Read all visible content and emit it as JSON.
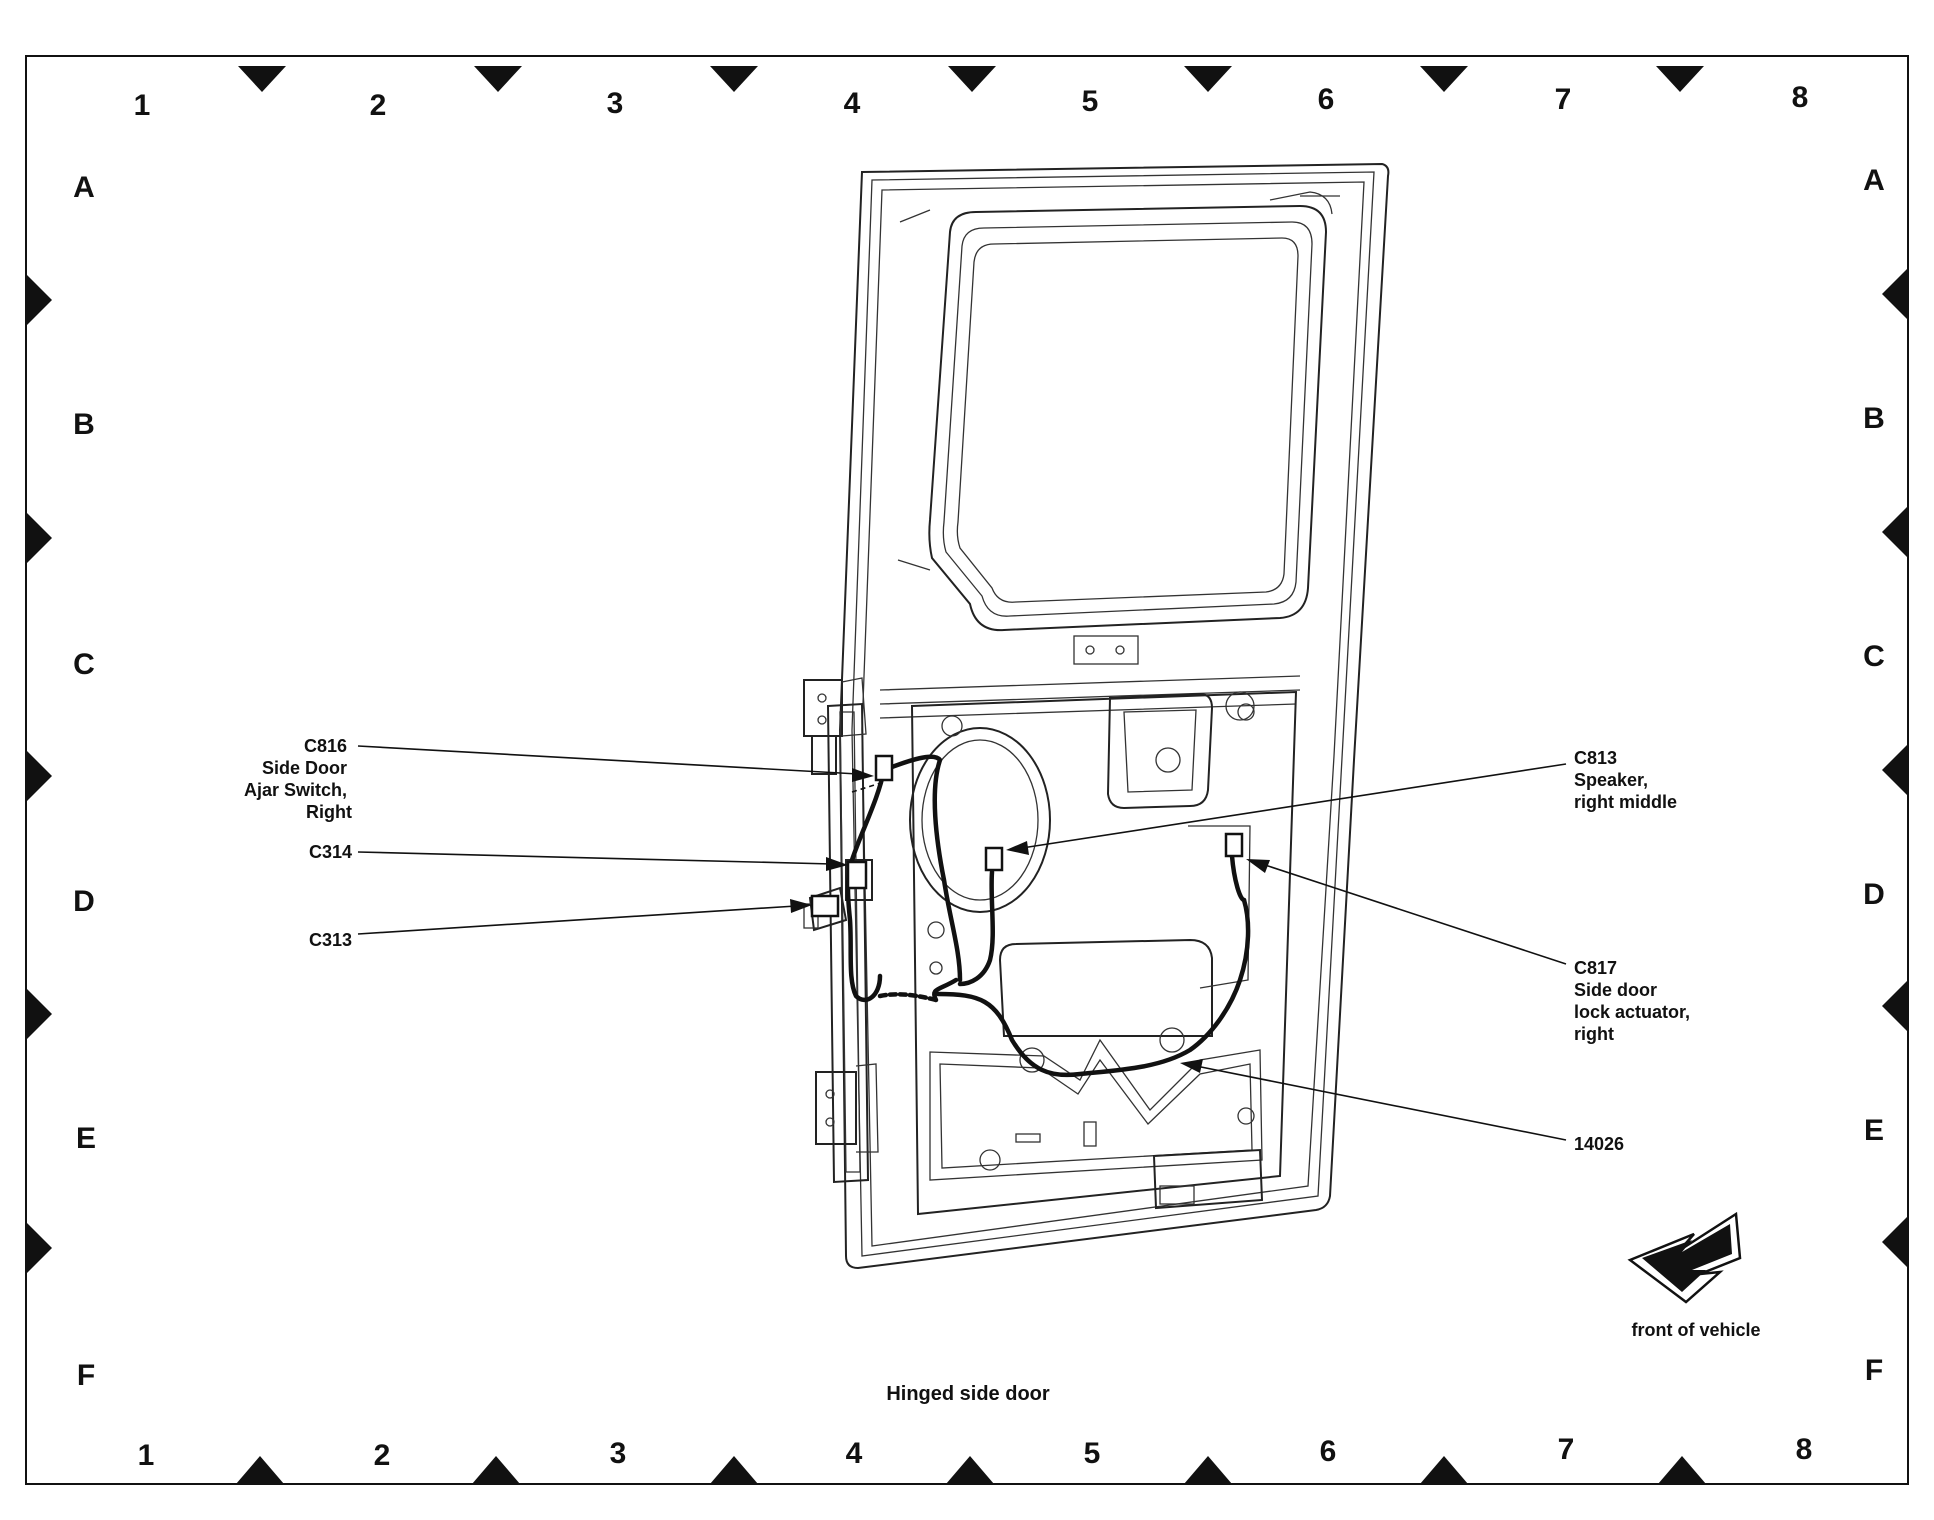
{
  "grid": {
    "columns": [
      "1",
      "2",
      "3",
      "4",
      "5",
      "6",
      "7",
      "8"
    ],
    "rows": [
      "A",
      "B",
      "C",
      "D",
      "E",
      "F"
    ]
  },
  "callouts": {
    "c816": [
      "C816",
      "Side Door",
      "Ajar Switch,",
      "Right"
    ],
    "c314": [
      "C314"
    ],
    "c313": [
      "C313"
    ],
    "c813": [
      "C813",
      "Speaker,",
      "right middle"
    ],
    "c817": [
      "C817",
      "Side door",
      "lock actuator,",
      "right"
    ],
    "harness_14026": [
      "14026"
    ]
  },
  "direction_label": "front of vehicle",
  "caption": "Hinged side door"
}
